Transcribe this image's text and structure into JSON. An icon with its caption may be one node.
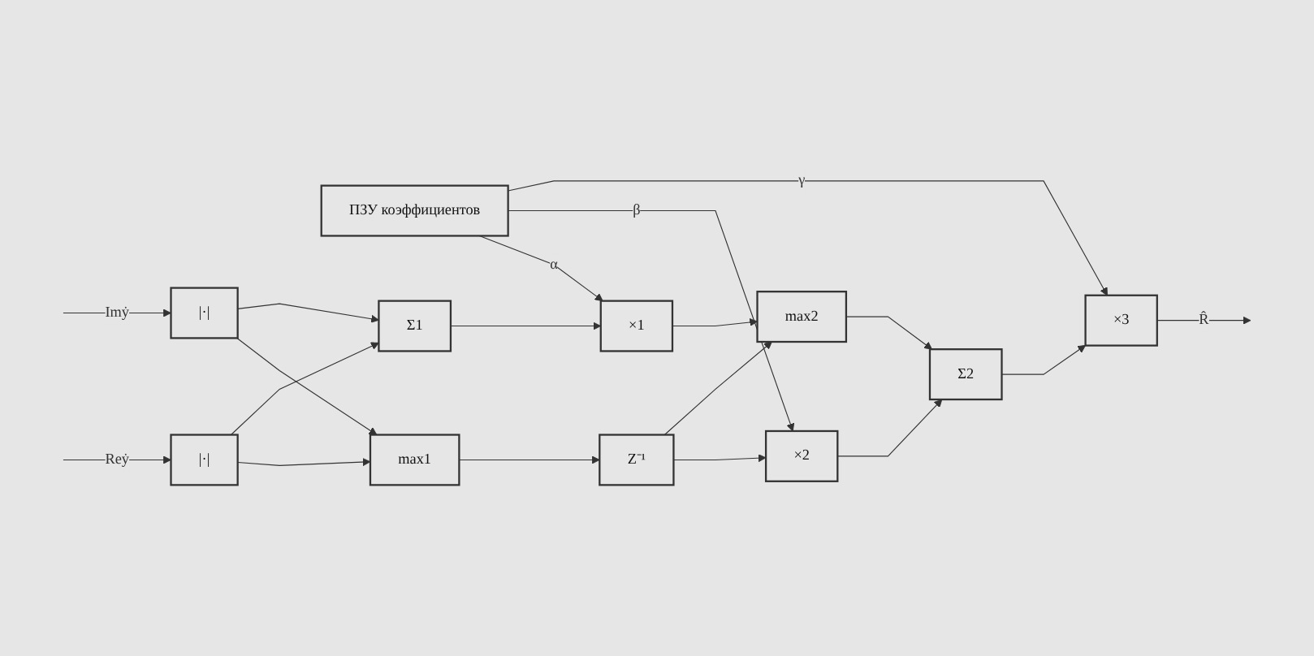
{
  "diagram": {
    "nodes": [
      {
        "text": [
          "ПЗУ коэффициентов"
        ]
      },
      {
        "text": [
          "|·|"
        ]
      },
      {
        "text": [
          "|·|"
        ]
      },
      {
        "text": [
          "max1"
        ]
      },
      {
        "text": [
          "Σ1"
        ]
      },
      {
        "text": [
          "Z⁻¹"
        ]
      },
      {
        "text": [
          "×1"
        ]
      },
      {
        "text": [
          "×2"
        ]
      },
      {
        "text": [
          "max2"
        ]
      },
      {
        "text": [
          "Σ2"
        ]
      },
      {
        "text": [
          "×3"
        ]
      }
    ],
    "edges": [
      {
        "from": null,
        "to": 1,
        "arrow": "to",
        "label": "Reẏ"
      },
      {
        "from": null,
        "to": 2,
        "arrow": "to",
        "label": "Imẏ"
      },
      {
        "from": 1,
        "to": 3,
        "arrow": "to"
      },
      {
        "from": 1,
        "to": 4,
        "arrow": "to"
      },
      {
        "from": 2,
        "to": 3,
        "arrow": "to"
      },
      {
        "from": 2,
        "to": 4,
        "arrow": "to"
      },
      {
        "from": 3,
        "to": 5,
        "arrow": "to"
      },
      {
        "from": 5,
        "to": 7,
        "arrow": "to"
      },
      {
        "from": 5,
        "to": 8,
        "arrow": "to"
      },
      {
        "from": 4,
        "to": 6,
        "arrow": "to"
      },
      {
        "from": 0,
        "to": 6,
        "arrow": "to",
        "label": "α"
      },
      {
        "from": 0,
        "to": 7,
        "arrow": "to",
        "label": "β"
      },
      {
        "from": 0,
        "to": 10,
        "arrow": "to",
        "label": "γ"
      },
      {
        "from": 6,
        "to": 8,
        "arrow": "to"
      },
      {
        "from": 7,
        "to": 9,
        "arrow": "to"
      },
      {
        "from": 8,
        "to": 9,
        "arrow": "to"
      },
      {
        "from": 9,
        "to": 10,
        "arrow": "to"
      },
      {
        "from": 10,
        "to": null,
        "arrow": "to",
        "label": "R̂"
      }
    ]
  }
}
